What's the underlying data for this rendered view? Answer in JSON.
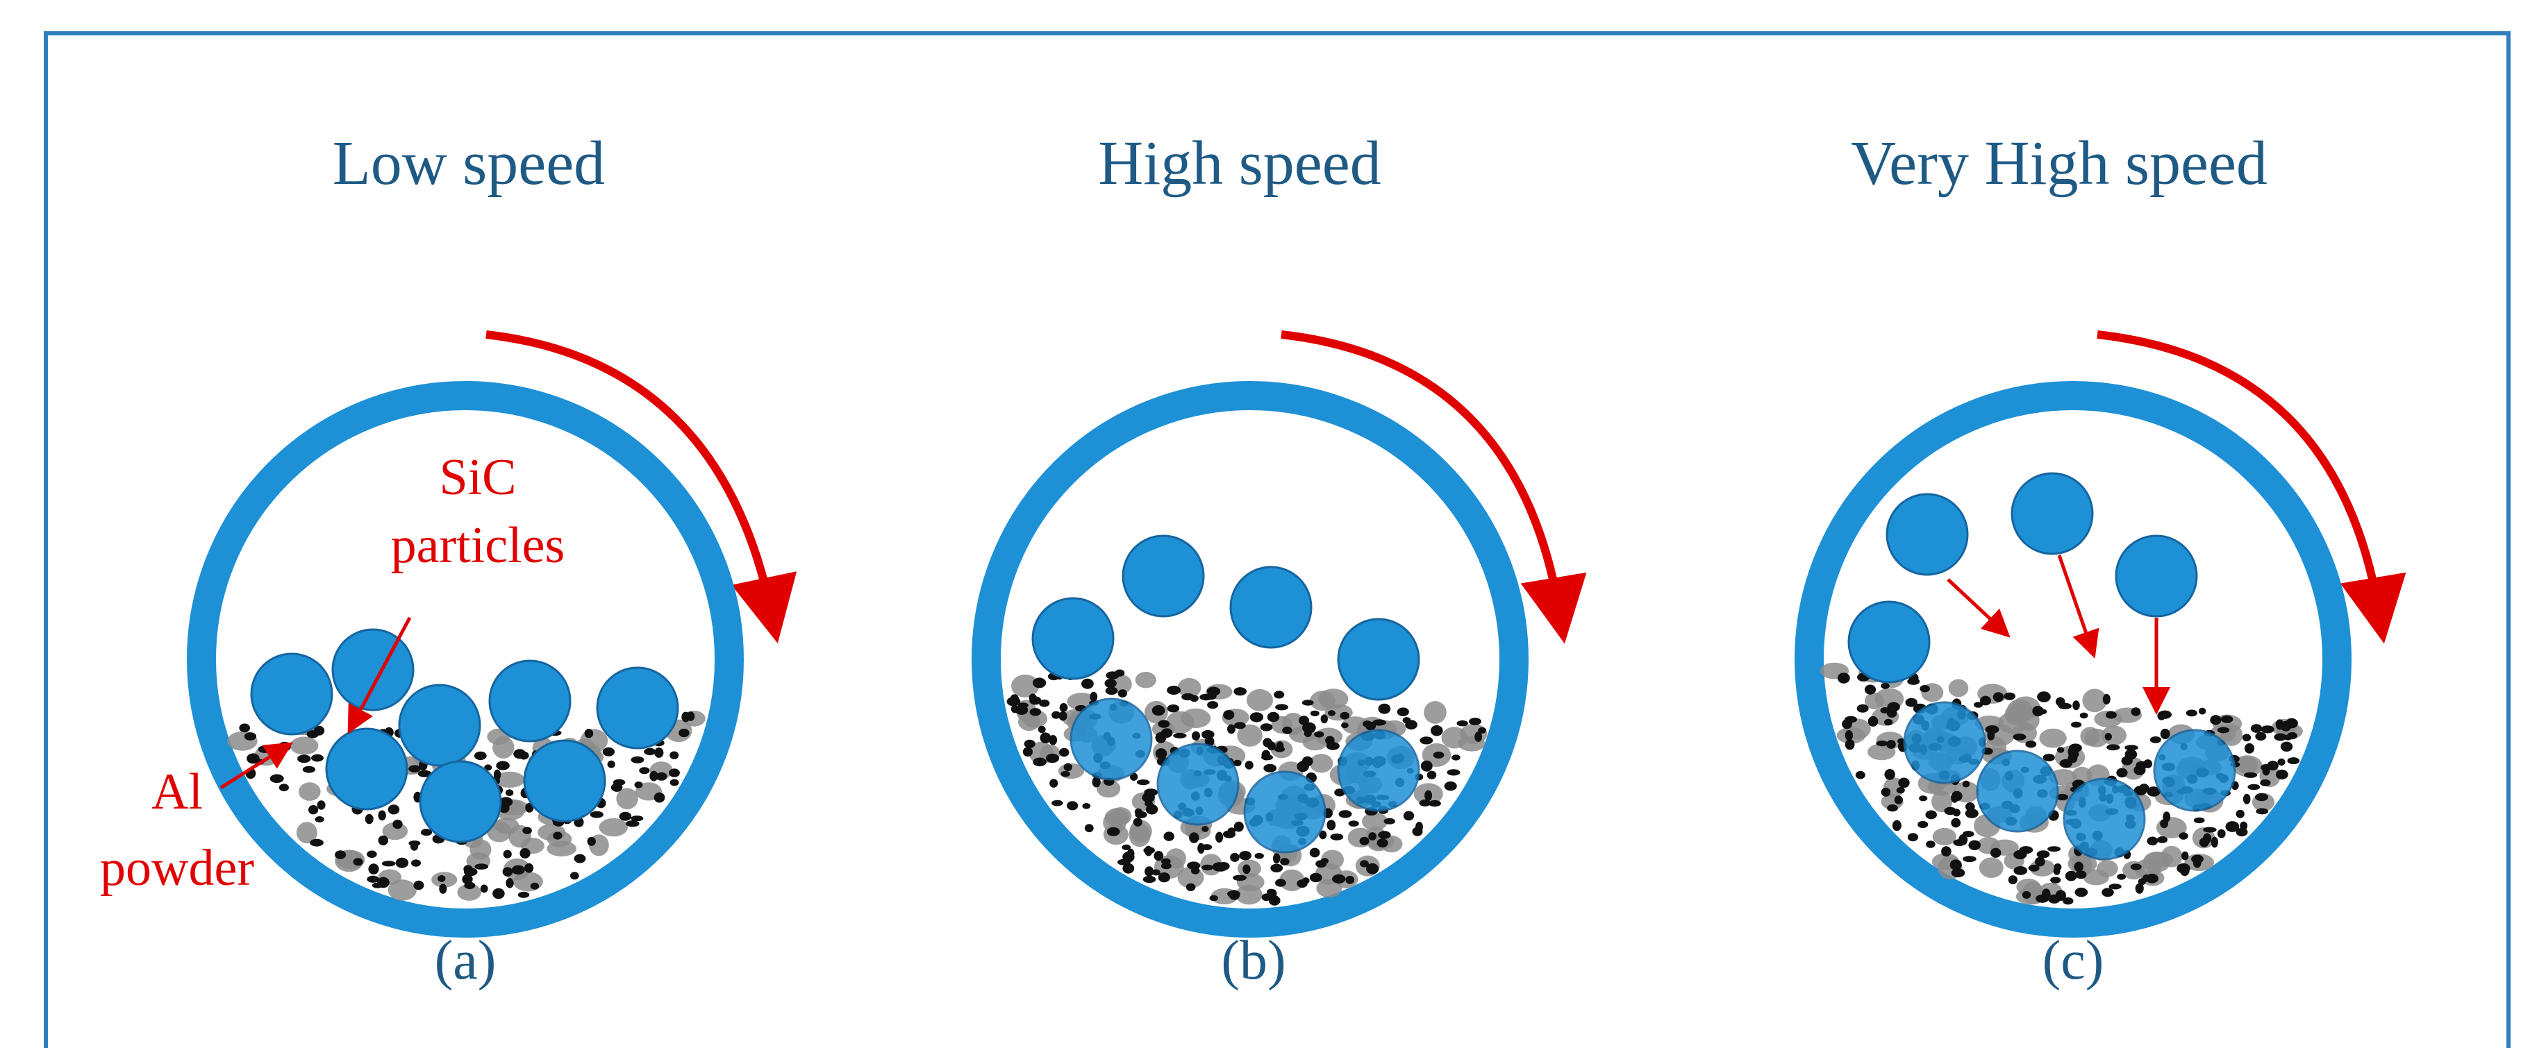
{
  "colors": {
    "frame": "#2f80bd",
    "drum": "#1e90d6",
    "drum_edge": "#1a6fa3",
    "ball": "#1e90d6",
    "ball_edge": "#1565a0",
    "arrow": "#e00000",
    "title_text": "#1f5a85",
    "annot_text": "#e00000",
    "powder_gray": "#8c8c8c",
    "powder_black": "#111111"
  },
  "panels": [
    {
      "id": "a",
      "title": "Low speed",
      "caption": "(a)"
    },
    {
      "id": "b",
      "title": "High speed",
      "caption": "(b)"
    },
    {
      "id": "c",
      "title": "Very High speed",
      "caption": "(c)"
    }
  ],
  "annotations": {
    "sic_line1": "SiC",
    "sic_line2": "particles",
    "al_line1": "Al",
    "al_line2": "powder"
  }
}
